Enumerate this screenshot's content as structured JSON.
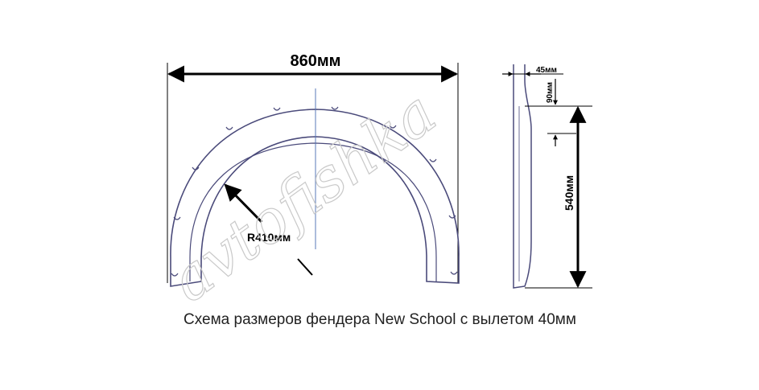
{
  "labels": {
    "width": "860мм",
    "radius": "R410мм",
    "offset": "45мм",
    "step": "90мм",
    "height": "540мм"
  },
  "caption": "Схема размеров фендера New School с вылетом 40мм",
  "watermark": "avtofishka",
  "colors": {
    "outline": "#4a4a7a",
    "centerline": "#5a7ab8",
    "dimension": "#000000",
    "watermark": "#c9c9c9"
  }
}
